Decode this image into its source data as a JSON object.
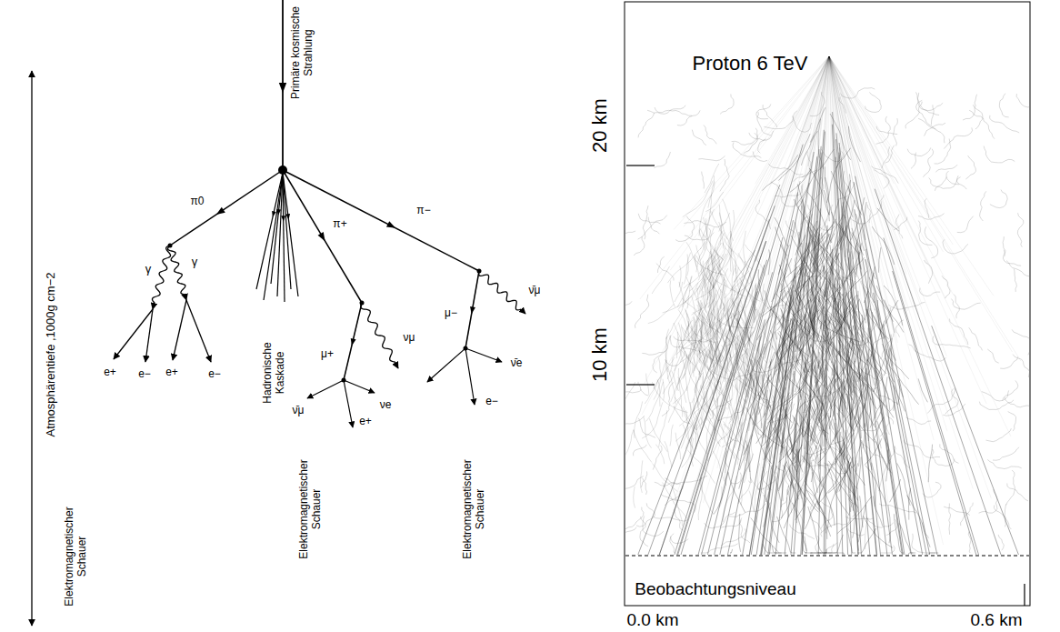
{
  "diagram": {
    "labels": [
      "Atmosphärentiefe ,1000g cm−2",
      "Primäre kosmische Strahlung",
      "π0",
      "γ",
      "γ",
      "e+",
      "e−",
      "e+",
      "e−",
      "Elektromagnetischer Schauer",
      "Hadronische Kaskade",
      "π+",
      "νμ",
      "μ+",
      "ν̄μ",
      "νe",
      "e+",
      "Elektromagnetischer Schauer",
      "π−",
      "ν̄μ",
      "μ−",
      "ν̄e",
      "e−",
      "Elektromagnetischer Schauer",
      "Proton 6 TeV",
      "20 km",
      "10 km",
      "Beobachtungsniveau",
      "0.0 km",
      "0.6 km"
    ]
  }
}
